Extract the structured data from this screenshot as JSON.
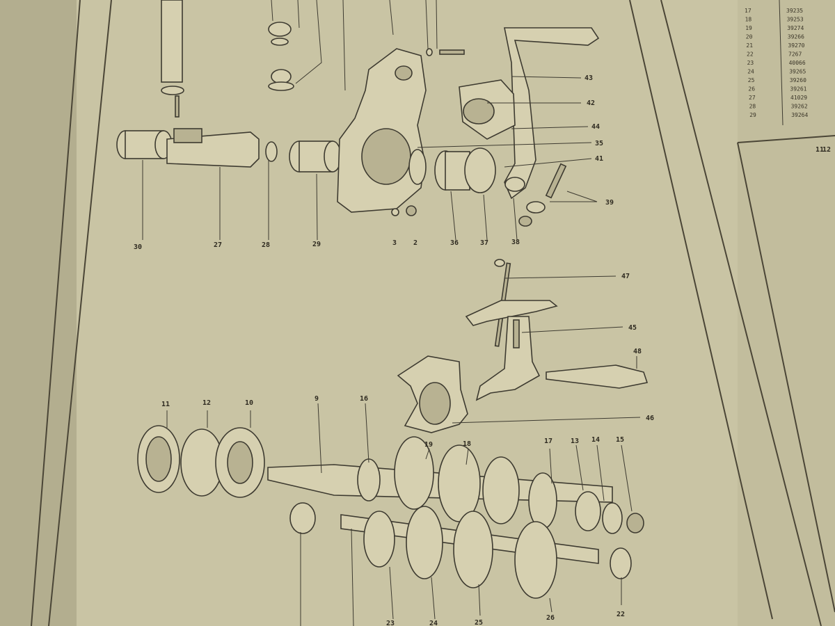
{
  "colors": {
    "paper": "#c9c4a4",
    "ink": "#3d3a30",
    "part_fill": "#d6d0b0"
  },
  "callouts_top": [
    "43",
    "42",
    "44",
    "35",
    "41",
    "39",
    "30",
    "27",
    "28",
    "29",
    "3",
    "2",
    "36",
    "37",
    "38"
  ],
  "callouts_mid": [
    "47",
    "45",
    "48",
    "46"
  ],
  "callouts_bottom": [
    "11",
    "12",
    "10",
    "9",
    "16",
    "19",
    "18",
    "17",
    "13",
    "14",
    "15",
    "22",
    "26",
    "25",
    "24",
    "23"
  ],
  "side_table": {
    "rows": [
      {
        "n": "17",
        "code": "39235"
      },
      {
        "n": "18",
        "code": "39253"
      },
      {
        "n": "19",
        "code": "39274"
      },
      {
        "n": "20",
        "code": "39266"
      },
      {
        "n": "21",
        "code": "39270"
      },
      {
        "n": "22",
        "code": "7267"
      },
      {
        "n": "23",
        "code": "40066"
      },
      {
        "n": "24",
        "code": "39265"
      },
      {
        "n": "25",
        "code": "39260"
      },
      {
        "n": "26",
        "code": "39261"
      },
      {
        "n": "27",
        "code": "41029"
      },
      {
        "n": "28",
        "code": "39262"
      },
      {
        "n": "29",
        "code": "39264"
      }
    ]
  },
  "inset_labels": [
    "11",
    "12"
  ]
}
